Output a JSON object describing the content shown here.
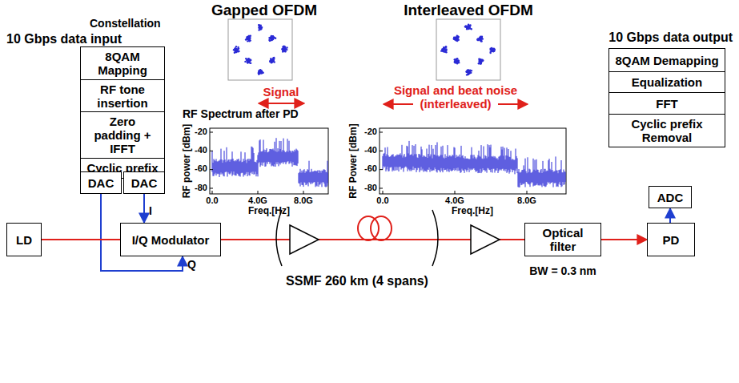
{
  "diagram": {
    "nodes": [
      {
        "text": [
          "8QAM Mapping"
        ]
      },
      {
        "text": [
          "RF tone insertion"
        ]
      },
      {
        "text": [
          "Zero padding + IFFT"
        ]
      },
      {
        "text": [
          "Cyclic prefix"
        ]
      },
      {
        "text": [
          "DAC"
        ]
      },
      {
        "text": [
          "DAC"
        ]
      },
      {
        "text": [
          "8QAM Demapping"
        ]
      },
      {
        "text": [
          "Equalization"
        ]
      },
      {
        "text": [
          "FFT"
        ]
      },
      {
        "text": [
          "Cyclic prefix Removal"
        ]
      },
      {
        "text": [
          "ADC"
        ]
      },
      {
        "text": [
          "LD"
        ]
      },
      {
        "text": [
          "I/Q Modulator"
        ]
      },
      {
        "text": [
          "Optical filter"
        ]
      },
      {
        "text": [
          "PD"
        ]
      }
    ],
    "edges": [
      {
        "from": 4,
        "to": 12,
        "arrow": "to"
      },
      {
        "from": 5,
        "to": 12,
        "arrow": "to"
      },
      {
        "from": 11,
        "to": 12,
        "arrow": "none"
      },
      {
        "from": 12,
        "to": 13,
        "arrow": "none"
      },
      {
        "from": 13,
        "to": 14,
        "arrow": "to"
      },
      {
        "from": 14,
        "to": 10,
        "arrow": "to"
      }
    ],
    "labels": [
      "Gapped OFDM",
      "Interleaved OFDM",
      "Constellation",
      "10 Gbps data input",
      "10 Gbps data output",
      "RF Spectrum after PD",
      "Signal",
      "-20",
      "-40",
      "-60",
      "-80",
      "RF power [dBm]",
      "0.0",
      "4.0G",
      "8.0G",
      "Freq.[Hz]",
      "Signal and beat noise (interleaved)",
      "-20",
      "-40",
      "-60",
      "-80",
      "RF Power [dBm]",
      "0.0",
      "4.0G",
      "8.0G",
      "Freq.[Hz]",
      "I",
      "Q",
      "SSMF 260 km (4 spans)",
      "BW = 0.3 nm"
    ]
  }
}
